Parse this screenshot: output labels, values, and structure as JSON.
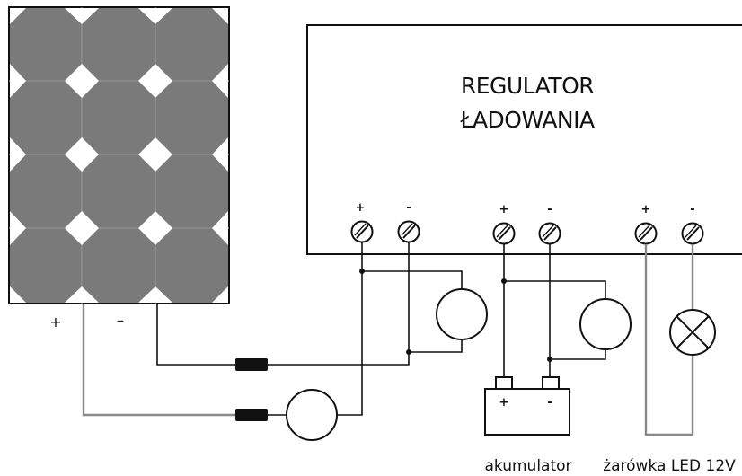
{
  "regulator": {
    "title_line1": "REGULATOR",
    "title_line2": "ŁADOWANIA"
  },
  "terminal_marks": {
    "panel_plus": "+",
    "panel_minus": "-",
    "battery_plus": "+",
    "battery_minus": "-",
    "load_plus": "+",
    "load_minus": "-"
  },
  "solar_panel": {
    "plus_label": "+",
    "minus_label": "–"
  },
  "battery": {
    "plus_label": "+",
    "minus_label": "-",
    "caption": "akumulator"
  },
  "lamp": {
    "caption": "żarówka LED 12V"
  },
  "colors": {
    "panel": "#7a7a7a",
    "line": "#111111",
    "wire_grey": "#888888"
  }
}
